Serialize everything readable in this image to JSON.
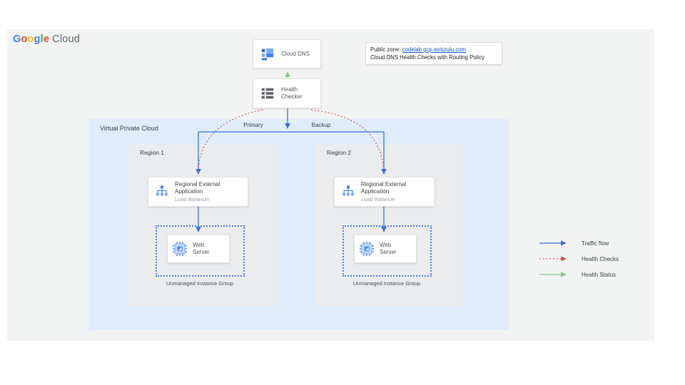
{
  "logo": {
    "google_letters": [
      "G",
      "o",
      "o",
      "g",
      "l",
      "e"
    ],
    "cloud": "Cloud"
  },
  "annotation": {
    "public_zone_label": "Public zone: ",
    "public_zone_link": "codelab.gcp.axiszulu.com",
    "line2": "Cloud DNS Health Checks with Routing Policy"
  },
  "nodes": {
    "cloud_dns": {
      "label": "Cloud DNS",
      "icon": "cloud-dns-icon"
    },
    "health_checker": {
      "label": "Health Checker",
      "icon": "health-checker-list-icon"
    }
  },
  "vpc": {
    "label": "Virtual Private Cloud"
  },
  "edges": {
    "primary_label": "Primary",
    "backup_label": "Backup"
  },
  "regions": [
    {
      "label": "Region 1",
      "lb_title": "Regional External Application",
      "lb_subtitle": "Load Balancer",
      "server_label": "Web Server",
      "group_label": "Unmanaged Instance Group"
    },
    {
      "label": "Region 2",
      "lb_title": "Regional External Application",
      "lb_subtitle": "Load Balancer",
      "server_label": "Web Server",
      "group_label": "Unmanaged Instance Group"
    }
  ],
  "legend": [
    {
      "label": "Traffic flow",
      "style": "solid",
      "color": "#3b6fd4"
    },
    {
      "label": "Health Checks",
      "style": "dotted",
      "color": "#cf4437"
    },
    {
      "label": "Health Status",
      "style": "solid",
      "color": "#8cc98f"
    }
  ],
  "colors": {
    "traffic_blue": "#3b6fd4",
    "health_check_red": "#cf4437",
    "health_status_green": "#8cc98f",
    "vpc_background": "#dfedfb",
    "region_background": "#eaecee",
    "panel_background": "#f2f3f3",
    "instance_group_border": "#4c80e8",
    "link_blue": "#1155cc",
    "logo_blue": "#4285F4",
    "logo_red": "#EA4335",
    "logo_yellow": "#FBBC05",
    "logo_green": "#34A853"
  }
}
